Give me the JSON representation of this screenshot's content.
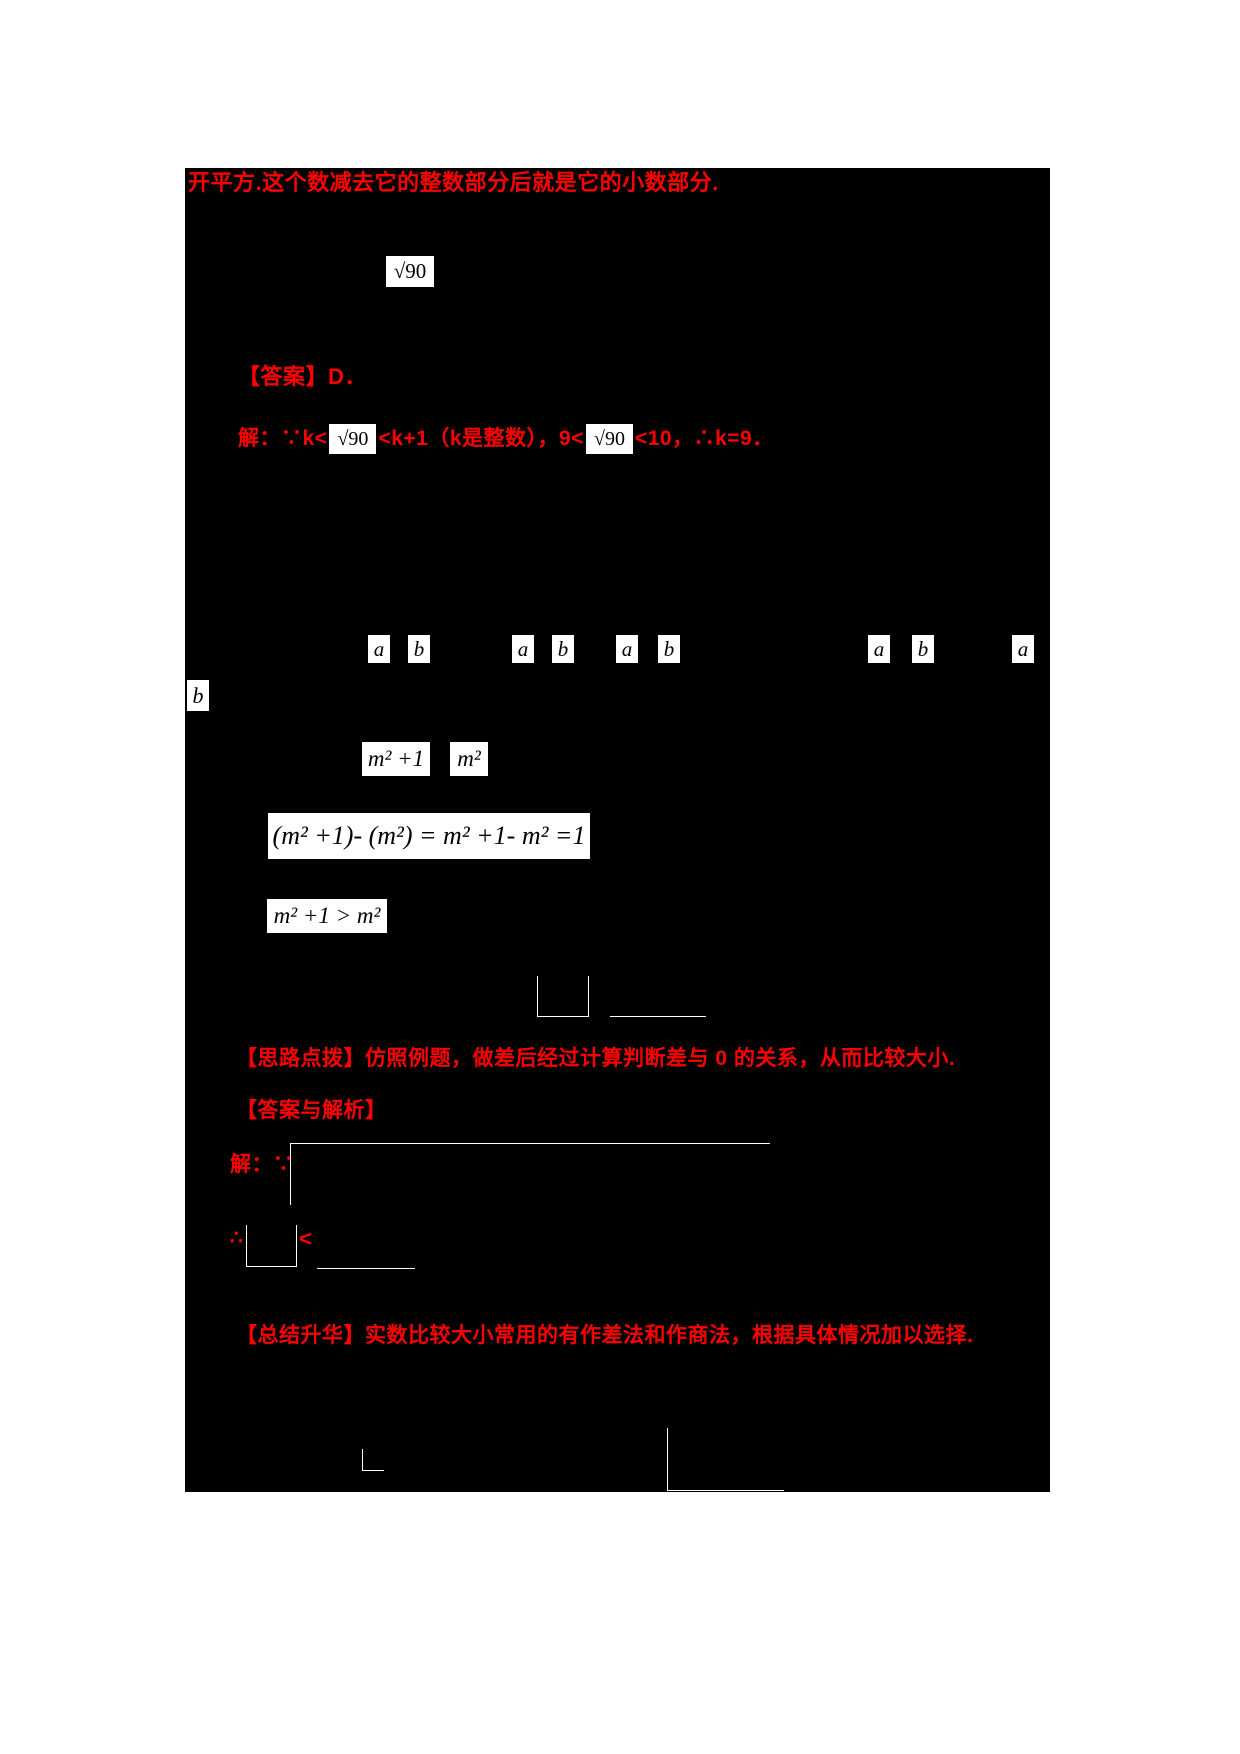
{
  "colors": {
    "page_background": "#ffffff",
    "panel_background": "#000000",
    "accent_red": "#ff0000",
    "formula_background": "#ffffff",
    "formula_text": "#000000",
    "hairline_white": "#ffffff"
  },
  "text": {
    "heading": "开平方.这个数减去它的整数部分后就是它的小数部分.",
    "answer_line": {
      "label": "【答案】",
      "value": "D．"
    },
    "solution1": {
      "prefix": "解：∵k<",
      "middle": "<k+1（k是整数），9<",
      "suffix": "<10，∴k=9．"
    },
    "hint_line": {
      "label": "【思路点拨】",
      "body": "仿照例题，做差后经过计算判断差与 0 的关系，从而比较大小."
    },
    "answer_analysis_label": "【答案与解析】",
    "solution2_prefix": "解：∵",
    "conclusion": {
      "therefore_symbol": "∴",
      "less_than": "<"
    },
    "summary_line": {
      "label": "【总结升华】",
      "body": "实数比较大小常用的有作差法和作商法，根据具体情况加以选择."
    }
  },
  "formulas": {
    "sqrt90_first": "√90",
    "sqrt90_a": "√90",
    "sqrt90_b": "√90",
    "ab_row": [
      "a",
      "b",
      "a",
      "b",
      "a",
      "b",
      "a",
      "b",
      "a"
    ],
    "lone_b": "b",
    "m2_plus_1": "m² +1",
    "m2": "m²",
    "difference": "(m² +1)- (m²) = m² +1- m² =1",
    "inequality": "m² +1 > m²"
  }
}
